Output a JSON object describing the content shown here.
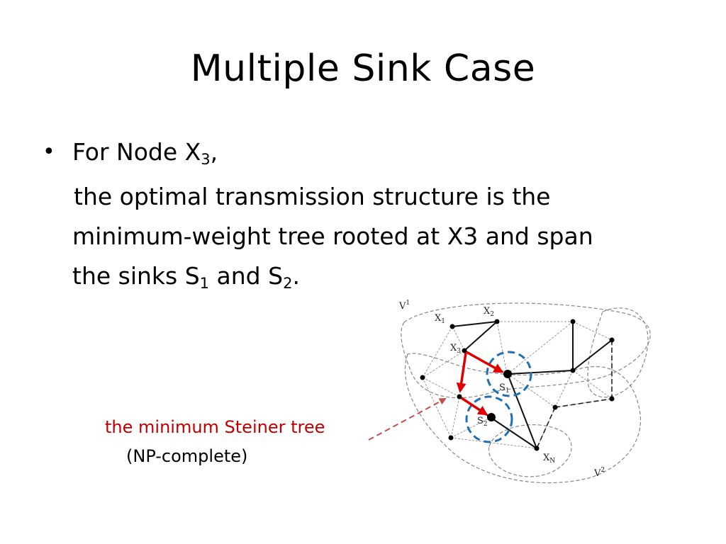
{
  "slide": {
    "title": "Multiple Sink Case",
    "bullet_symbol": "•",
    "line1_pre": "For Node X",
    "line1_sub": "3",
    "line1_post": ",",
    "line2": "the optimal transmission structure is the",
    "line3": "minimum-weight  tree rooted at X3 and span",
    "line4_pre": "the sinks S",
    "line4_sub1": "1",
    "line4_mid": " and S",
    "line4_sub2": "2",
    "line4_post": ".",
    "annotation": "the minimum Steiner tree",
    "annotation_note": "(NP-complete)",
    "annotation_color": "#c00000"
  },
  "diagram": {
    "region_labels": {
      "v1": "V",
      "v1_sup": "1",
      "v2": "V",
      "v2_sup": "2"
    },
    "node_labels": {
      "x1": "X",
      "x1_sub": "1",
      "x2": "X",
      "x2_sub": "2",
      "x3": "X",
      "x3_sub": "3",
      "s1": "S",
      "s1_sub": "1",
      "s2": "S",
      "s2_sub": "2",
      "xn": "X",
      "xn_sub": "N"
    },
    "colors": {
      "steiner_arrows": "#e00000",
      "sink_circles": "#1f6fb5",
      "pointer_arrow": "#c0504d"
    }
  }
}
